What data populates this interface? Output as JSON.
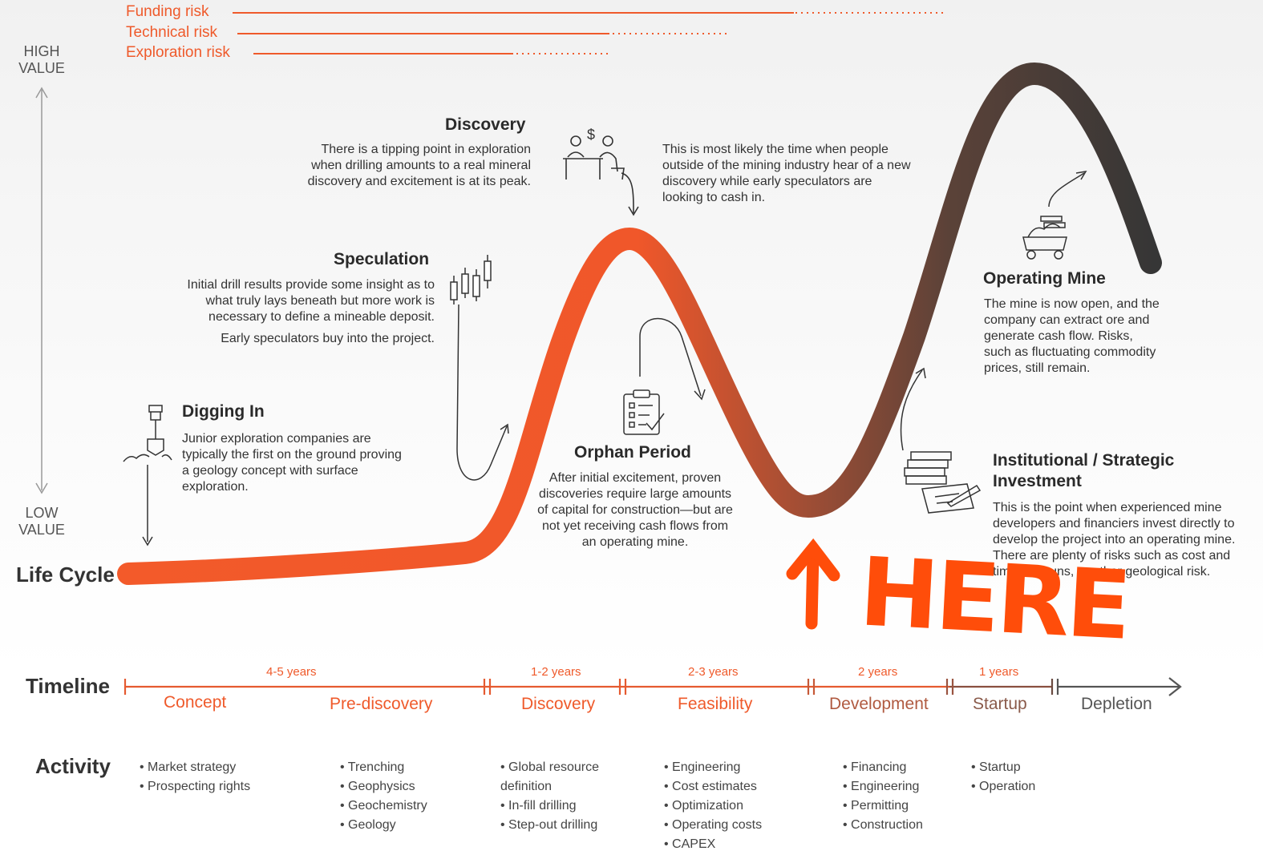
{
  "risks": [
    "Funding risk",
    "Technical risk",
    "Exploration risk"
  ],
  "value_axis": {
    "high": "HIGH VALUE",
    "low": "LOW VALUE"
  },
  "stages": {
    "discovery": {
      "title": "Discovery",
      "left_text": "There is a tipping point in exploration when drilling amounts to a real mineral discovery and excitement is at its peak.",
      "right_text": "This is most likely the time when people outside of the mining industry hear of a new discovery while early speculators are looking to cash in."
    },
    "speculation": {
      "title": "Speculation",
      "text1": "Initial drill results provide some insight as to what truly lays beneath but more work is necessary to define a mineable deposit.",
      "text2": "Early speculators buy into the project."
    },
    "digging_in": {
      "title": "Digging In",
      "text": "Junior exploration companies are typically the first on the ground proving a geology concept with surface exploration."
    },
    "orphan": {
      "title": "Orphan Period",
      "text": "After initial excitement, proven discoveries require large amounts of capital for construction—but are not yet receiving cash flows from an operating mine."
    },
    "operating": {
      "title": "Operating Mine",
      "text": "The mine is now open, and the company can extract ore and generate cash flow. Risks, such as fluctuating commodity prices, still remain."
    },
    "institutional": {
      "title": "Institutional / Strategic Investment",
      "text": "This is the point when experienced mine developers and financiers invest directly to develop the project into an operating mine. There are plenty of risks such as cost and time overruns, or other geological risk."
    }
  },
  "row_labels": {
    "lifecycle": "Life Cycle",
    "timeline": "Timeline",
    "activity": "Activity"
  },
  "timeline": {
    "durations": [
      "4-5 years",
      "1-2 years",
      "2-3 years",
      "2 years",
      "1 years"
    ],
    "phases": [
      "Concept",
      "Pre-discovery",
      "Discovery",
      "Feasibility",
      "Development",
      "Startup",
      "Depletion"
    ]
  },
  "activities": [
    [
      "Market strategy",
      "Prospecting rights"
    ],
    [
      "Trenching",
      "Geophysics",
      "Geochemistry",
      "Geology"
    ],
    [
      "Global resource definition",
      "In-fill drilling",
      "Step-out drilling"
    ],
    [
      "Engineering",
      "Cost estimates",
      "Optimization",
      "Operating costs",
      "CAPEX"
    ],
    [
      "Financing",
      "Engineering",
      "Permitting",
      "Construction"
    ],
    [
      "Startup",
      "Operation"
    ]
  ],
  "annotation": {
    "text": "HERE"
  },
  "colors": {
    "accent": "#ef5a2b",
    "curve_start": "#f35a2a",
    "curve_mid": "#7a4a3a",
    "curve_end": "#3a3a3a",
    "annotation": "#ff4d0a"
  }
}
